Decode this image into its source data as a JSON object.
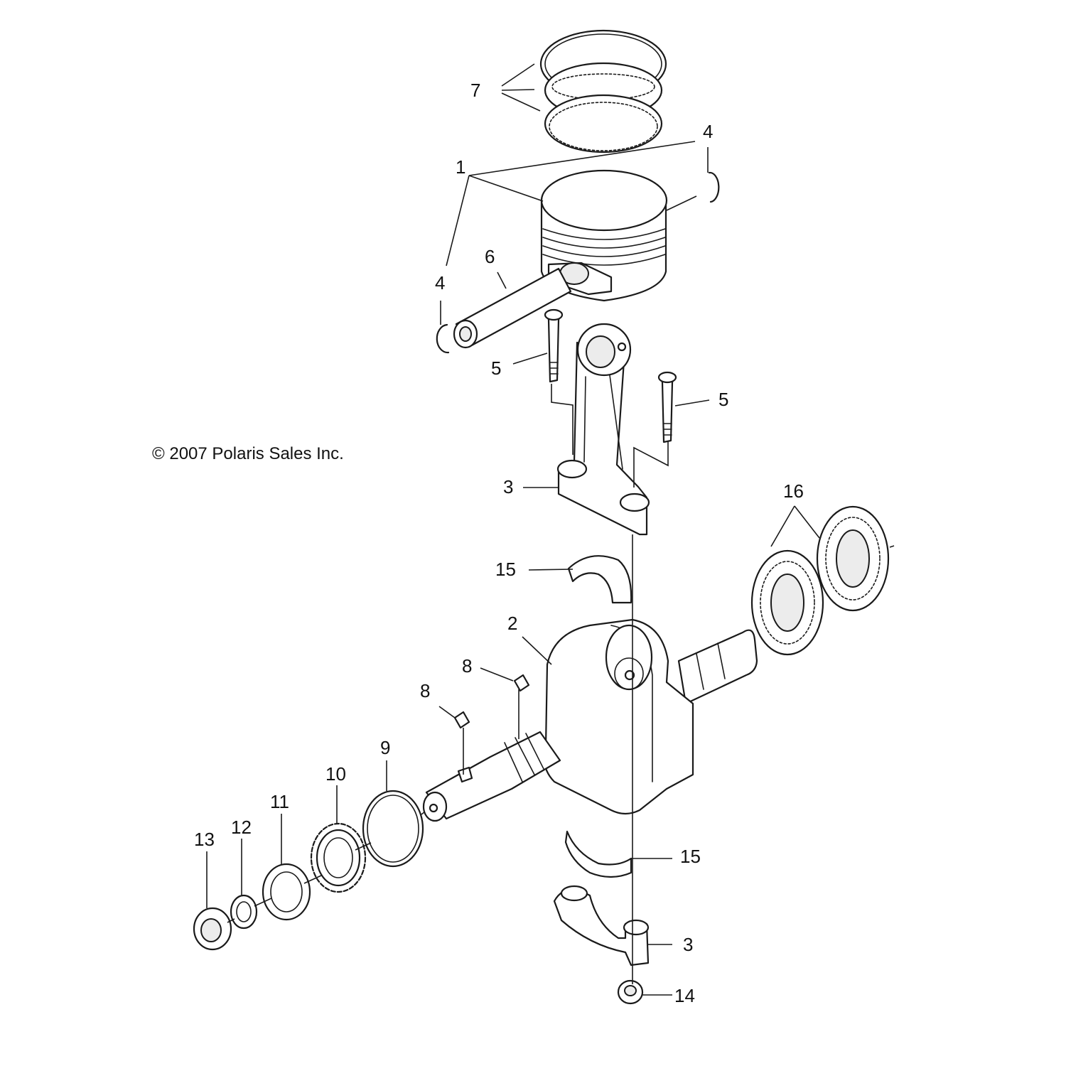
{
  "copyright": "© 2007 Polaris Sales Inc.",
  "callouts": {
    "c1": "1",
    "c2": "2",
    "c3_top": "3",
    "c3_bottom": "3",
    "c4_top": "4",
    "c4_left": "4",
    "c5_left": "5",
    "c5_right": "5",
    "c6": "6",
    "c7": "7",
    "c8_upper": "8",
    "c8_lower": "8",
    "c9": "9",
    "c10": "10",
    "c11": "11",
    "c12": "12",
    "c13": "13",
    "c14": "14",
    "c15_upper": "15",
    "c15_lower": "15",
    "c16": "16"
  }
}
